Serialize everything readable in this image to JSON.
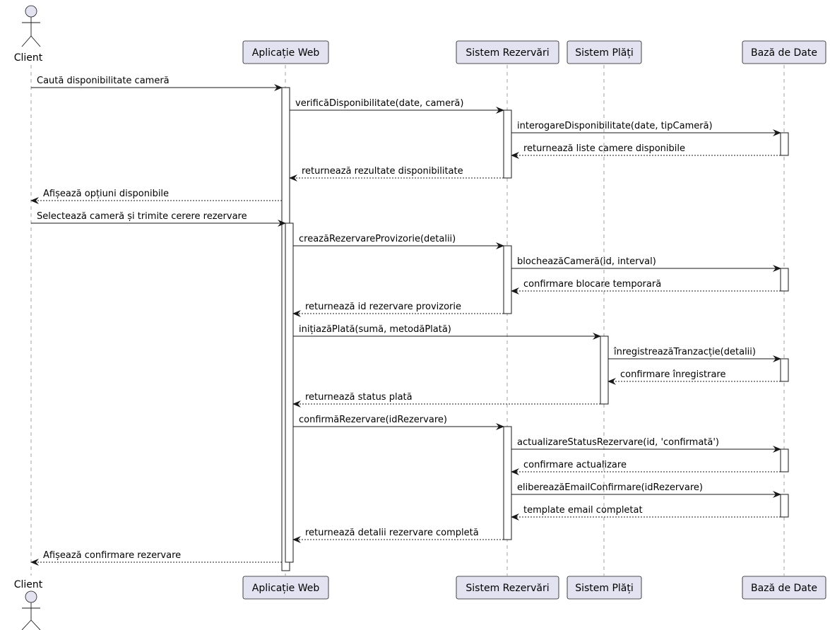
{
  "participants": [
    {
      "id": "client",
      "label": "Client",
      "kind": "actor"
    },
    {
      "id": "web",
      "label": "Aplicație Web",
      "kind": "participant"
    },
    {
      "id": "rez",
      "label": "Sistem Rezervări",
      "kind": "participant"
    },
    {
      "id": "plati",
      "label": "Sistem Plăți",
      "kind": "participant"
    },
    {
      "id": "db",
      "label": "Bază de Date",
      "kind": "participant"
    }
  ],
  "messages": [
    {
      "from": "client",
      "to": "web",
      "text": "Caută disponibilitate cameră",
      "type": "sync"
    },
    {
      "from": "web",
      "to": "rez",
      "text": "verificăDisponibilitate(date, cameră)",
      "type": "sync"
    },
    {
      "from": "rez",
      "to": "db",
      "text": "interogareDisponibilitate(date, tipCameră)",
      "type": "sync"
    },
    {
      "from": "db",
      "to": "rez",
      "text": "returnează liste camere disponibile",
      "type": "return"
    },
    {
      "from": "rez",
      "to": "web",
      "text": "returnează rezultate disponibilitate",
      "type": "return"
    },
    {
      "from": "web",
      "to": "client",
      "text": "Afișează opțiuni disponibile",
      "type": "return"
    },
    {
      "from": "client",
      "to": "web",
      "text": "Selectează cameră și trimite cerere rezervare",
      "type": "sync"
    },
    {
      "from": "web",
      "to": "rez",
      "text": "creazăRezervareProvizorie(detalii)",
      "type": "sync"
    },
    {
      "from": "rez",
      "to": "db",
      "text": "blocheazăCameră(id, interval)",
      "type": "sync"
    },
    {
      "from": "db",
      "to": "rez",
      "text": "confirmare blocare temporară",
      "type": "return"
    },
    {
      "from": "rez",
      "to": "web",
      "text": "returnează id rezervare provizorie",
      "type": "return"
    },
    {
      "from": "web",
      "to": "plati",
      "text": "inițiazăPlată(sumă, metodăPlată)",
      "type": "sync"
    },
    {
      "from": "plati",
      "to": "db",
      "text": "înregistreazăTranzacție(detalii)",
      "type": "sync"
    },
    {
      "from": "db",
      "to": "plati",
      "text": "confirmare înregistrare",
      "type": "return"
    },
    {
      "from": "plati",
      "to": "web",
      "text": "returnează status plată",
      "type": "return"
    },
    {
      "from": "web",
      "to": "rez",
      "text": "confirmăRezervare(idRezervare)",
      "type": "sync"
    },
    {
      "from": "rez",
      "to": "db",
      "text": "actualizareStatusRezervare(id, 'confirmată')",
      "type": "sync"
    },
    {
      "from": "db",
      "to": "rez",
      "text": "confirmare actualizare",
      "type": "return"
    },
    {
      "from": "rez",
      "to": "db",
      "text": "elibereazăEmailConfirmare(idRezervare)",
      "type": "sync"
    },
    {
      "from": "db",
      "to": "rez",
      "text": "template email completat",
      "type": "return"
    },
    {
      "from": "rez",
      "to": "web",
      "text": "returnează detalii rezervare completă",
      "type": "return"
    },
    {
      "from": "web",
      "to": "client",
      "text": "Afișează confirmare rezervare",
      "type": "return"
    }
  ]
}
